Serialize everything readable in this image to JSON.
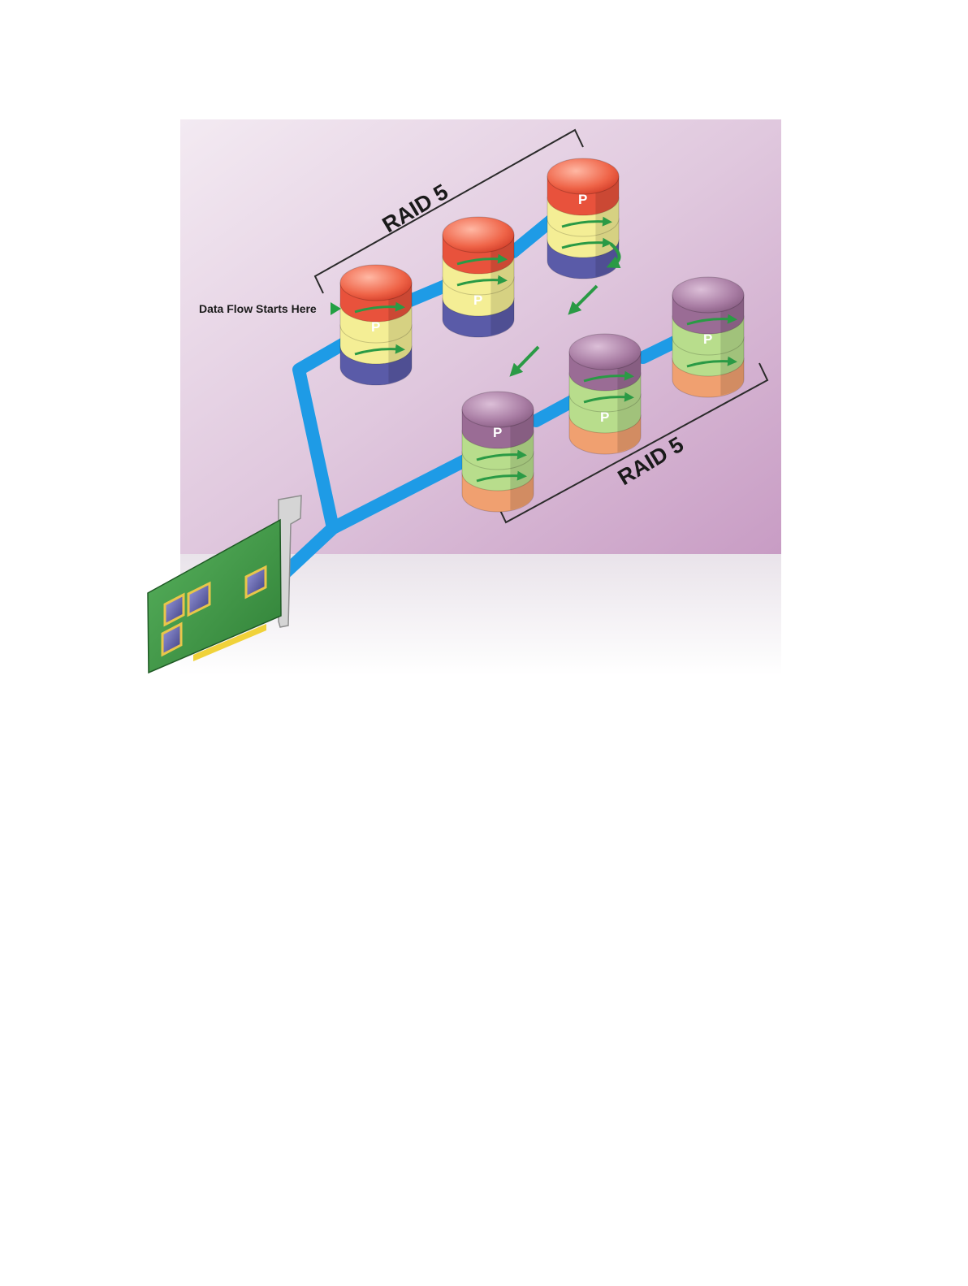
{
  "labels": {
    "start": "Data Flow Starts Here",
    "group_top": "RAID 5",
    "group_bottom": "RAID 5",
    "parity": "P"
  },
  "colors": {
    "background_panel": "#d9bcd6",
    "bus": "#1e9be6",
    "arrow": "#2a9a45",
    "disk_red": "#e8523c",
    "disk_purple": "#9a6c95",
    "band_yellow": "#f4ee95",
    "band_navy": "#5a5ba8",
    "band_green": "#b8dd8c",
    "band_orange": "#f0a070",
    "pcb": "#3e9b45"
  },
  "disks": [
    {
      "group": "top",
      "color": "red",
      "parity_band": 2
    },
    {
      "group": "top",
      "color": "red",
      "parity_band": 3
    },
    {
      "group": "top",
      "color": "red",
      "parity_band": 1
    },
    {
      "group": "bottom",
      "color": "purple",
      "parity_band": 1
    },
    {
      "group": "bottom",
      "color": "purple",
      "parity_band": 3
    },
    {
      "group": "bottom",
      "color": "purple",
      "parity_band": 2
    }
  ]
}
